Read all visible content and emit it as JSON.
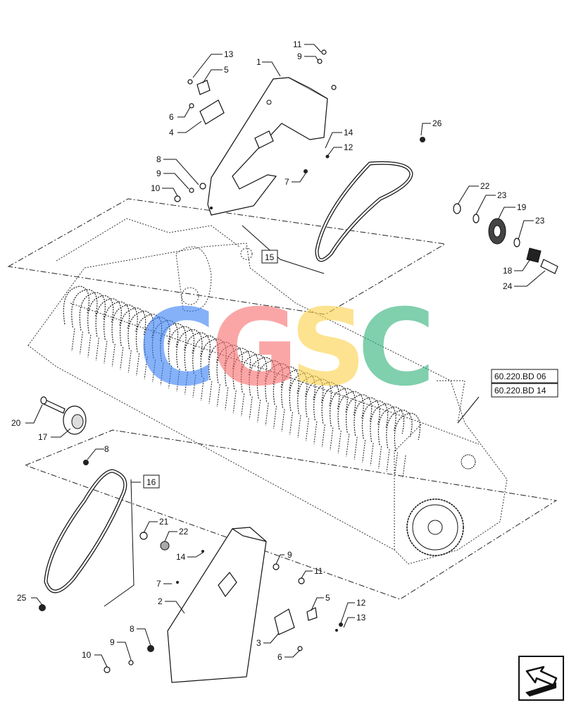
{
  "watermark": {
    "letters": [
      "C",
      "G",
      "S",
      "C"
    ],
    "colors": [
      "#3b82f6",
      "#f87171",
      "#fcd34d",
      "#34b27b"
    ]
  },
  "callouts": {
    "c11a": "11",
    "c9a": "9",
    "c13a": "13",
    "c5a": "5",
    "c1": "1",
    "c6a": "6",
    "c4": "4",
    "c14a": "14",
    "c12a": "12",
    "c26": "26",
    "c8a": "8",
    "c9b": "9",
    "c10a": "10",
    "c7a": "7",
    "c22a": "22",
    "c23a": "23",
    "c19": "19",
    "c23b": "23",
    "c18": "18",
    "c24": "24",
    "c15": "15",
    "c20": "20",
    "c17": "17",
    "c8b": "8",
    "c16": "16",
    "c21": "21",
    "c22b": "22",
    "c14b": "14",
    "c9c": "9",
    "c11b": "11",
    "c7b": "7",
    "c2": "2",
    "c25": "25",
    "c5b": "5",
    "c12b": "12",
    "c13b": "13",
    "c8c": "8",
    "c9d": "9",
    "c10b": "10",
    "c3": "3",
    "c6b": "6"
  },
  "references": [
    "60.220.BD 06",
    "60.220.BD 14"
  ],
  "navigation_icon": "back-arrow-icon"
}
